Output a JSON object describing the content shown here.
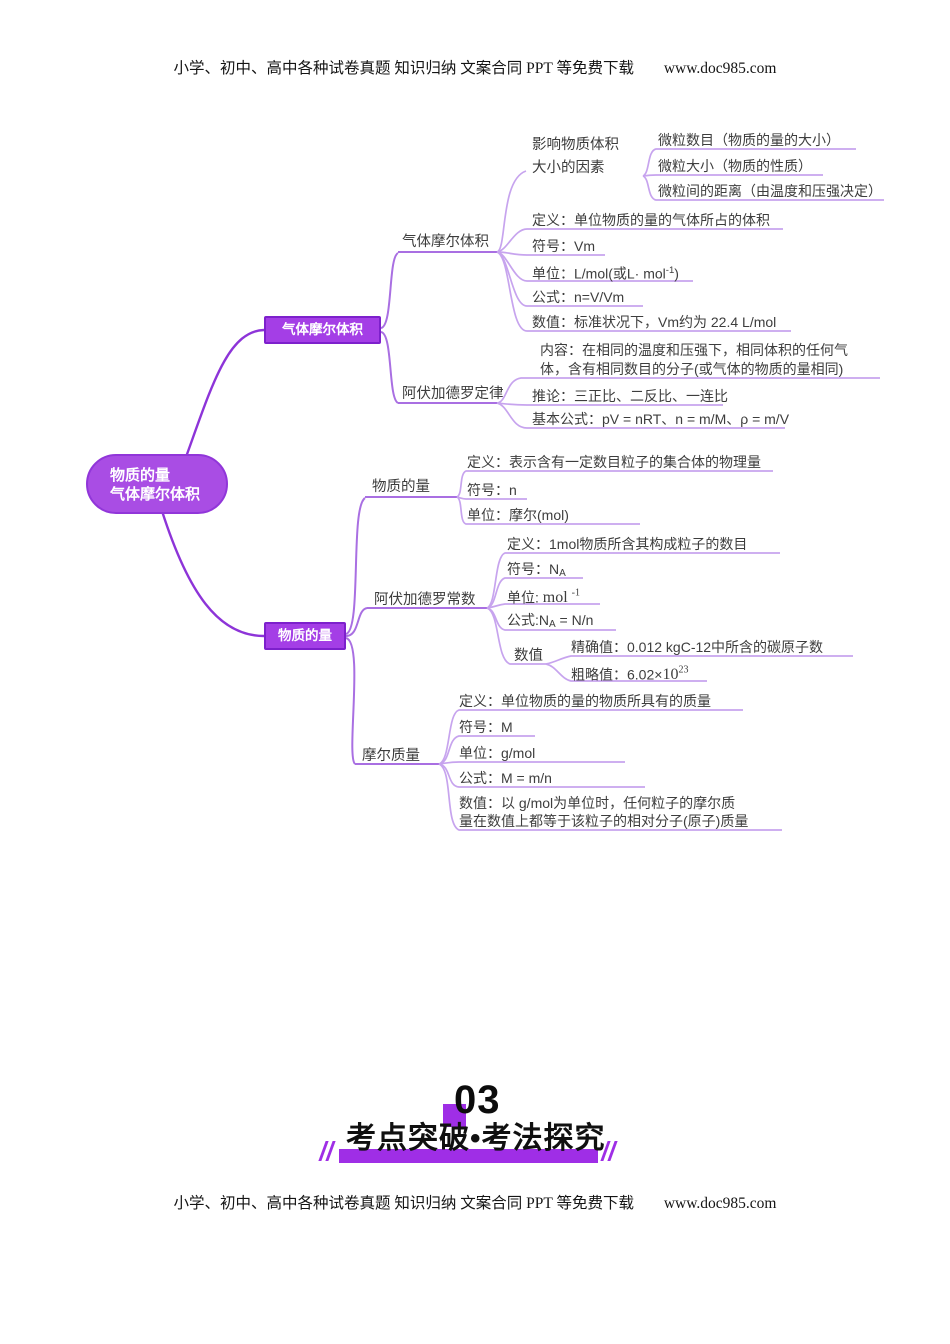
{
  "page": {
    "header_text": "小学、初中、高中各种试卷真题 知识归纳 文案合同 PPT 等免费下载",
    "site": "www.doc985.com",
    "footer_text": "小学、初中、高中各种试卷真题 知识归纳 文案合同 PPT 等免费下载"
  },
  "mindmap": {
    "root": {
      "line1": "物质的量",
      "line2": "气体摩尔体积"
    },
    "branch_gas_label": "气体摩尔体积",
    "branch_mole_label": "物质的量",
    "gas_molar_volume": {
      "label": "气体摩尔体积",
      "factors": {
        "line1": "影响物质体积",
        "line2": "大小的因素",
        "items": [
          "微粒数目（物质的量的大小）",
          "微粒大小（物质的性质）",
          "微粒间的距离（由温度和压强决定）"
        ]
      },
      "definition": "定义：单位物质的量的气体所占的体积",
      "symbol": "符号：Vm",
      "unit": {
        "pre": "单位：L/mol(或L· mol",
        "sup": "-1",
        "post": ")"
      },
      "formula": "公式：n=V/Vm",
      "value": "数值：标准状况下，Vm约为 22.4 L/mol"
    },
    "avogadro_law": {
      "label": "阿伏加德罗定律",
      "content_line1": "内容：在相同的温度和压强下，相同体积的任何气",
      "content_line2": "体，含有相同数目的分子(或气体的物质的量相同)",
      "corollary": "推论：三正比、二反比、一连比",
      "formulas": "基本公式：pV = nRT、n = m/M、ρ = m/V"
    },
    "amount": {
      "label": "物质的量",
      "definition": "定义：表示含有一定数目粒子的集合体的物理量",
      "symbol": "符号：n",
      "unit": "单位：摩尔(mol)"
    },
    "avogadro_const": {
      "label": "阿伏加德罗常数",
      "definition": "定义：1mol物质所含其构成粒子的数目",
      "symbol": {
        "pre": "符号：N",
        "sub": "A"
      },
      "unit": {
        "pre": "单位: ",
        "serif": "mol",
        "sup": "-1"
      },
      "formula": {
        "pre": "公式:N",
        "sub": "A",
        "post": " = N/n"
      },
      "value_label": "数值",
      "exact": "精确值：0.012 kgC-12中所含的碳原子数",
      "approx": {
        "pre": "粗略值：6.02×",
        "serif": "10",
        "sup": "23"
      }
    },
    "molar_mass": {
      "label": "摩尔质量",
      "definition": "定义：单位物质的量的物质所具有的质量",
      "symbol": "符号：M",
      "unit": "单位：g/mol",
      "formula": "公式：M = m/n",
      "value_line1": "数值：以 g/mol为单位时，任何粒子的摩尔质",
      "value_line2": "量在数值上都等于该粒子的相对分子(原子)质量"
    }
  },
  "section": {
    "number": "03",
    "title": "考点突破•考法探究"
  },
  "colors": {
    "accent": "#9f2ee6",
    "node_fill": "#a43ee6",
    "node_border": "#7d20cc",
    "branch_line": "#8d34d8",
    "detail_line": "#c7a4ee"
  }
}
